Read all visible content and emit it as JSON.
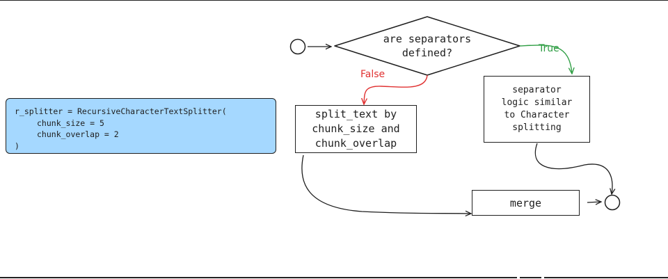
{
  "code": {
    "lines": [
      "r_splitter = RecursiveCharacterTextSplitter(",
      "chunk_size = 5",
      "chunk_overlap = 2",
      ")"
    ]
  },
  "flowchart": {
    "decision": {
      "label": "are separators\ndefined?"
    },
    "false_branch": {
      "label": "False",
      "color": "#e03131"
    },
    "true_branch": {
      "label": "True",
      "color": "#2f9e44"
    },
    "split_node": {
      "label": "split_text by\nchunk_size and\nchunk_overlap"
    },
    "separator_node": {
      "label": "separator\nlogic similar\nto Character\nsplitting"
    },
    "merge_node": {
      "label": "merge"
    }
  },
  "colors": {
    "code_bg": "#a5d8ff",
    "stroke": "#1e1e1e"
  }
}
